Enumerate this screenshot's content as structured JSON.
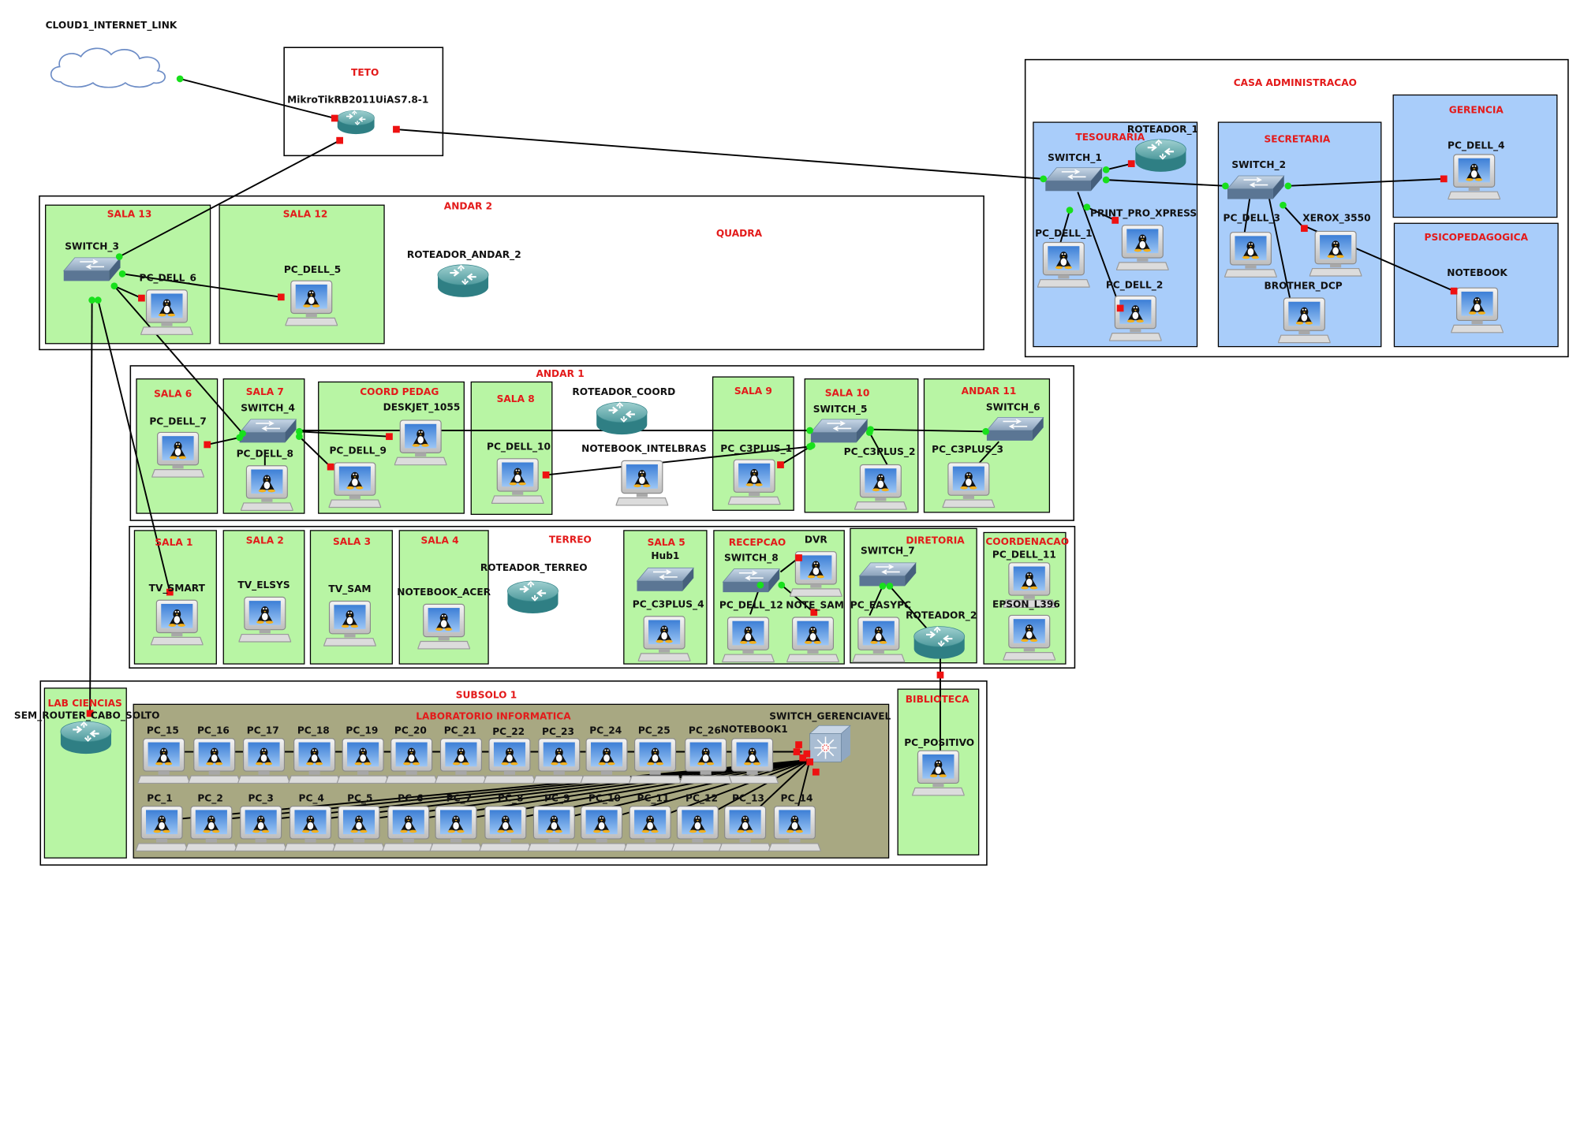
{
  "colors": {
    "room_green": "#b8f5a4",
    "room_blue": "#a9cdfa",
    "lab_bg": "#a8a882",
    "label_red": "#e31a1a",
    "port_up": "#18e01c",
    "port_down": "#ee1111",
    "link": "#000000"
  },
  "areas": {
    "andar2": "ANDAR 2",
    "quadra": "QUADRA",
    "casa_admin": "CASA ADMINISTRACAO",
    "andar1": "ANDAR 1",
    "terreo": "TERREO",
    "subsolo1": "SUBSOLO 1",
    "teto": "TETO"
  },
  "rooms": {
    "sala13": "SALA 13",
    "sala12": "SALA 12",
    "tesouraria": "TESOURARIA",
    "secretaria": "SECRETARIA",
    "gerencia": "GERENCIA",
    "psicopedagogica": "PSICOPEDAGOGICA",
    "sala6": "SALA 6",
    "sala7": "SALA 7",
    "coord_pedag": "COORD PEDAG",
    "sala8": "SALA 8",
    "sala9": "SALA 9",
    "sala10": "SALA 10",
    "andar11": "ANDAR 11",
    "sala1": "SALA 1",
    "sala2": "SALA 2",
    "sala3": "SALA 3",
    "sala4": "SALA 4",
    "sala5": "SALA 5",
    "recepcao": "RECEPCAO",
    "diretoria": "DIRETORIA",
    "coordenacao": "COORDENACAO",
    "lab_ciencias": "LAB CIENCIAS",
    "lab_informatica": "LABORATORIO INFORMATICA",
    "biblioteca": "BIBLIOTECA"
  },
  "nodes": {
    "cloud1": "CLOUD1_INTERNET_LINK",
    "mikrotik": "MikroTikRB2011UiAS7.8-1",
    "roteador_1": "ROTEADOR_1",
    "switch_1": "SWITCH_1",
    "print_pro": "PRINT_PRO_XPRESS",
    "pc_dell_1": "PC_DELL_1",
    "pc_dell_2": "PC_DELL_2",
    "switch_2": "SWITCH_2",
    "pc_dell_3": "PC_DELL_3",
    "xerox": "XEROX_3550",
    "brother": "BROTHER_DCP",
    "pc_dell_4": "PC_DELL_4",
    "notebook": "NOTEBOOK",
    "switch_3": "SWITCH_3",
    "pc_dell_6": "PC_DELL_6",
    "pc_dell_5": "PC_DELL_5",
    "roteador_andar_2": "ROTEADOR_ANDAR_2",
    "pc_dell_7": "PC_DELL_7",
    "switch_4": "SWITCH_4",
    "pc_dell_8": "PC_DELL_8",
    "deskjet": "DESKJET_1055",
    "pc_dell_9": "PC_DELL_9",
    "pc_dell_10": "PC_DELL_10",
    "roteador_coord": "ROTEADOR_COORD",
    "notebook_intelbras": "NOTEBOOK_INTELBRAS",
    "pc_c3plus_1": "PC_C3PLUS_1",
    "switch_5": "SWITCH_5",
    "pc_c3plus_2": "PC_C3PLUS_2",
    "switch_6": "SWITCH_6",
    "pc_c3plus_3": "PC_C3PLUS_3",
    "tv_smart": "TV_SMART",
    "tv_elsys": "TV_ELSYS",
    "tv_sam": "TV_SAM",
    "notebook_acer": "NOTEBOOK_ACER",
    "roteador_terreo": "ROTEADOR_TERREO",
    "hub1": "Hub1",
    "pc_c3plus_4": "PC_C3PLUS_4",
    "switch_8": "SWITCH_8",
    "dvr": "DVR",
    "pc_dell_12": "PC_DELL_12",
    "note_sam": "NOTE_SAM",
    "switch_7": "SWITCH_7",
    "pc_easypc": "PC_EASYPC",
    "roteador_2": "ROTEADOR_2",
    "pc_dell_11": "PC_DELL_11",
    "epson": "EPSON_L396",
    "sem_router": "SEM_ROUTER_CABO_SOLTO",
    "switch_gerenciavel": "SWITCH_GERENCIAVEL",
    "pc_positivo": "PC_POSITIVO",
    "notebook1": "NOTEBOOK1"
  },
  "lab_row_top": [
    "PC_15",
    "PC_16",
    "PC_17",
    "PC_18",
    "PC_19",
    "PC_20",
    "PC_21",
    "PC_22",
    "PC_23",
    "PC_24",
    "PC_25",
    "PC_26"
  ],
  "lab_row_bottom": [
    "PC_1",
    "PC_2",
    "PC_3",
    "PC_4",
    "PC_5",
    "PC_6",
    "PC_7",
    "PC_8",
    "PC_9",
    "PC_10",
    "PC_11",
    "PC_12",
    "PC_13",
    "PC_14"
  ]
}
